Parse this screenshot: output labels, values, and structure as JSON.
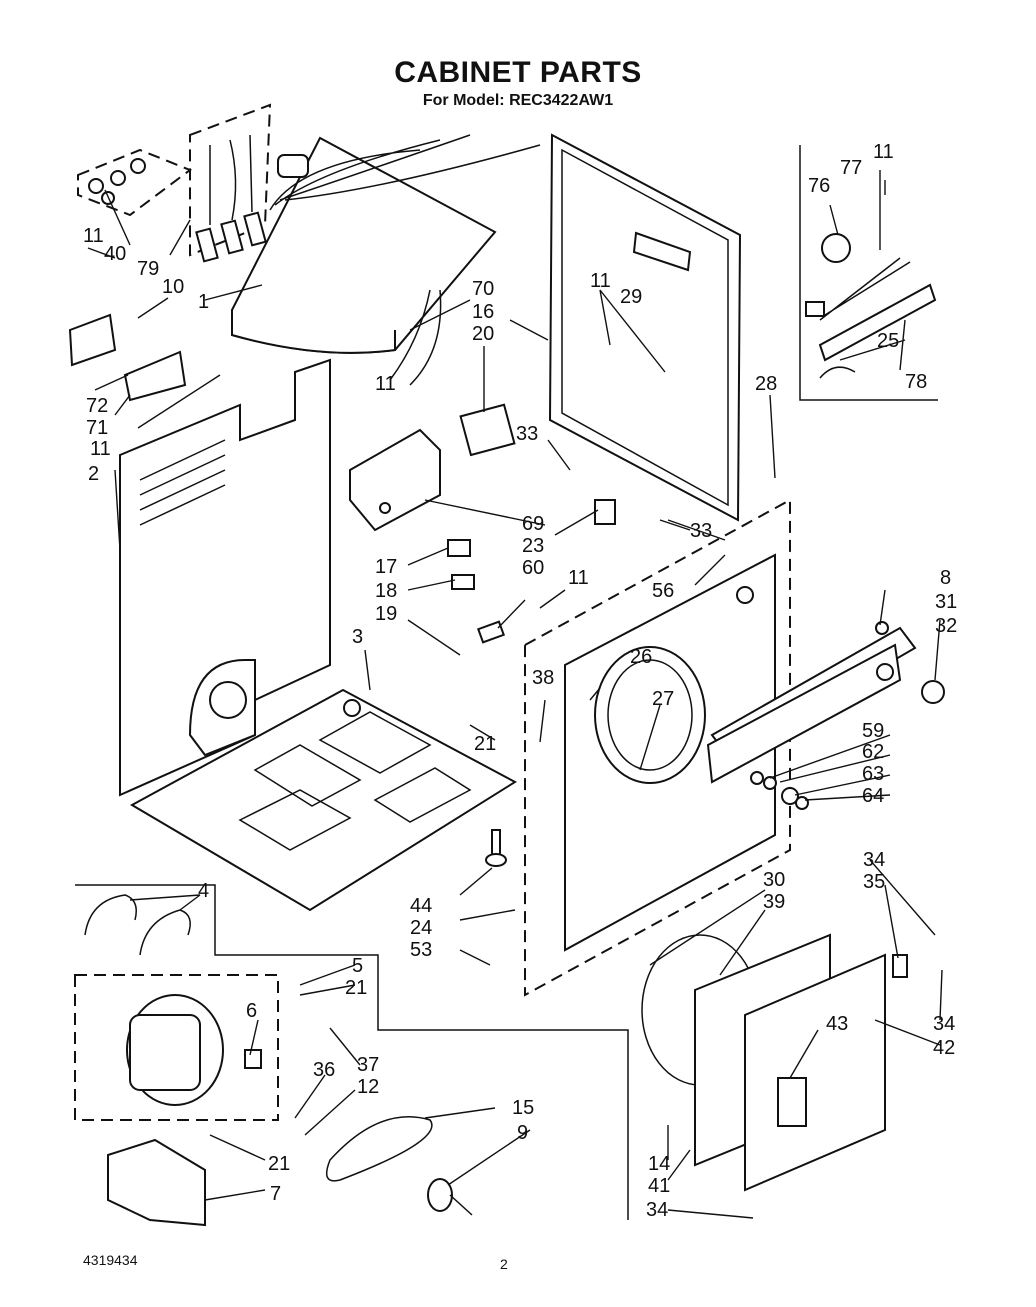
{
  "header": {
    "title": "CABINET PARTS",
    "subtitle": "For Model: REC3422AW1"
  },
  "footer": {
    "doc_number": "4319434",
    "page_number": "2"
  },
  "callouts": [
    {
      "id": "c1",
      "text": "11"
    },
    {
      "id": "c2",
      "text": "40"
    },
    {
      "id": "c3",
      "text": "79"
    },
    {
      "id": "c4",
      "text": "10"
    },
    {
      "id": "c5",
      "text": "1"
    },
    {
      "id": "c6",
      "text": "72"
    },
    {
      "id": "c7",
      "text": "71"
    },
    {
      "id": "c8",
      "text": "11"
    },
    {
      "id": "c9",
      "text": "2"
    },
    {
      "id": "c10",
      "text": "70"
    },
    {
      "id": "c11",
      "text": "16"
    },
    {
      "id": "c12",
      "text": "20"
    },
    {
      "id": "c13",
      "text": "11"
    },
    {
      "id": "c14",
      "text": "29"
    },
    {
      "id": "c15",
      "text": "11"
    },
    {
      "id": "c16",
      "text": "33"
    },
    {
      "id": "c17",
      "text": "33"
    },
    {
      "id": "c18",
      "text": "69"
    },
    {
      "id": "c19",
      "text": "23"
    },
    {
      "id": "c20",
      "text": "60"
    },
    {
      "id": "c21",
      "text": "17"
    },
    {
      "id": "c22",
      "text": "18"
    },
    {
      "id": "c23",
      "text": "19"
    },
    {
      "id": "c24",
      "text": "3"
    },
    {
      "id": "c25",
      "text": "11"
    },
    {
      "id": "c26",
      "text": "56"
    },
    {
      "id": "c27",
      "text": "28"
    },
    {
      "id": "c28",
      "text": "8"
    },
    {
      "id": "c29",
      "text": "31"
    },
    {
      "id": "c30",
      "text": "32"
    },
    {
      "id": "c31",
      "text": "38"
    },
    {
      "id": "c32",
      "text": "26"
    },
    {
      "id": "c33",
      "text": "27"
    },
    {
      "id": "c34",
      "text": "21"
    },
    {
      "id": "c35",
      "text": "59"
    },
    {
      "id": "c36",
      "text": "62"
    },
    {
      "id": "c37",
      "text": "63"
    },
    {
      "id": "c38",
      "text": "64"
    },
    {
      "id": "c39",
      "text": "11"
    },
    {
      "id": "c40",
      "text": "76"
    },
    {
      "id": "c41",
      "text": "77"
    },
    {
      "id": "c42",
      "text": "25"
    },
    {
      "id": "c43",
      "text": "78"
    },
    {
      "id": "c44",
      "text": "4"
    },
    {
      "id": "c45",
      "text": "44"
    },
    {
      "id": "c46",
      "text": "24"
    },
    {
      "id": "c47",
      "text": "53"
    },
    {
      "id": "c48",
      "text": "5"
    },
    {
      "id": "c49",
      "text": "21"
    },
    {
      "id": "c50",
      "text": "6"
    },
    {
      "id": "c51",
      "text": "37"
    },
    {
      "id": "c52",
      "text": "36"
    },
    {
      "id": "c53",
      "text": "12"
    },
    {
      "id": "c54",
      "text": "15"
    },
    {
      "id": "c55",
      "text": "9"
    },
    {
      "id": "c56",
      "text": "21"
    },
    {
      "id": "c57",
      "text": "7"
    },
    {
      "id": "c58",
      "text": "30"
    },
    {
      "id": "c59",
      "text": "39"
    },
    {
      "id": "c60",
      "text": "34"
    },
    {
      "id": "c61",
      "text": "35"
    },
    {
      "id": "c62",
      "text": "43"
    },
    {
      "id": "c63",
      "text": "34"
    },
    {
      "id": "c64",
      "text": "42"
    },
    {
      "id": "c65",
      "text": "14"
    },
    {
      "id": "c66",
      "text": "41"
    },
    {
      "id": "c67",
      "text": "34"
    }
  ]
}
